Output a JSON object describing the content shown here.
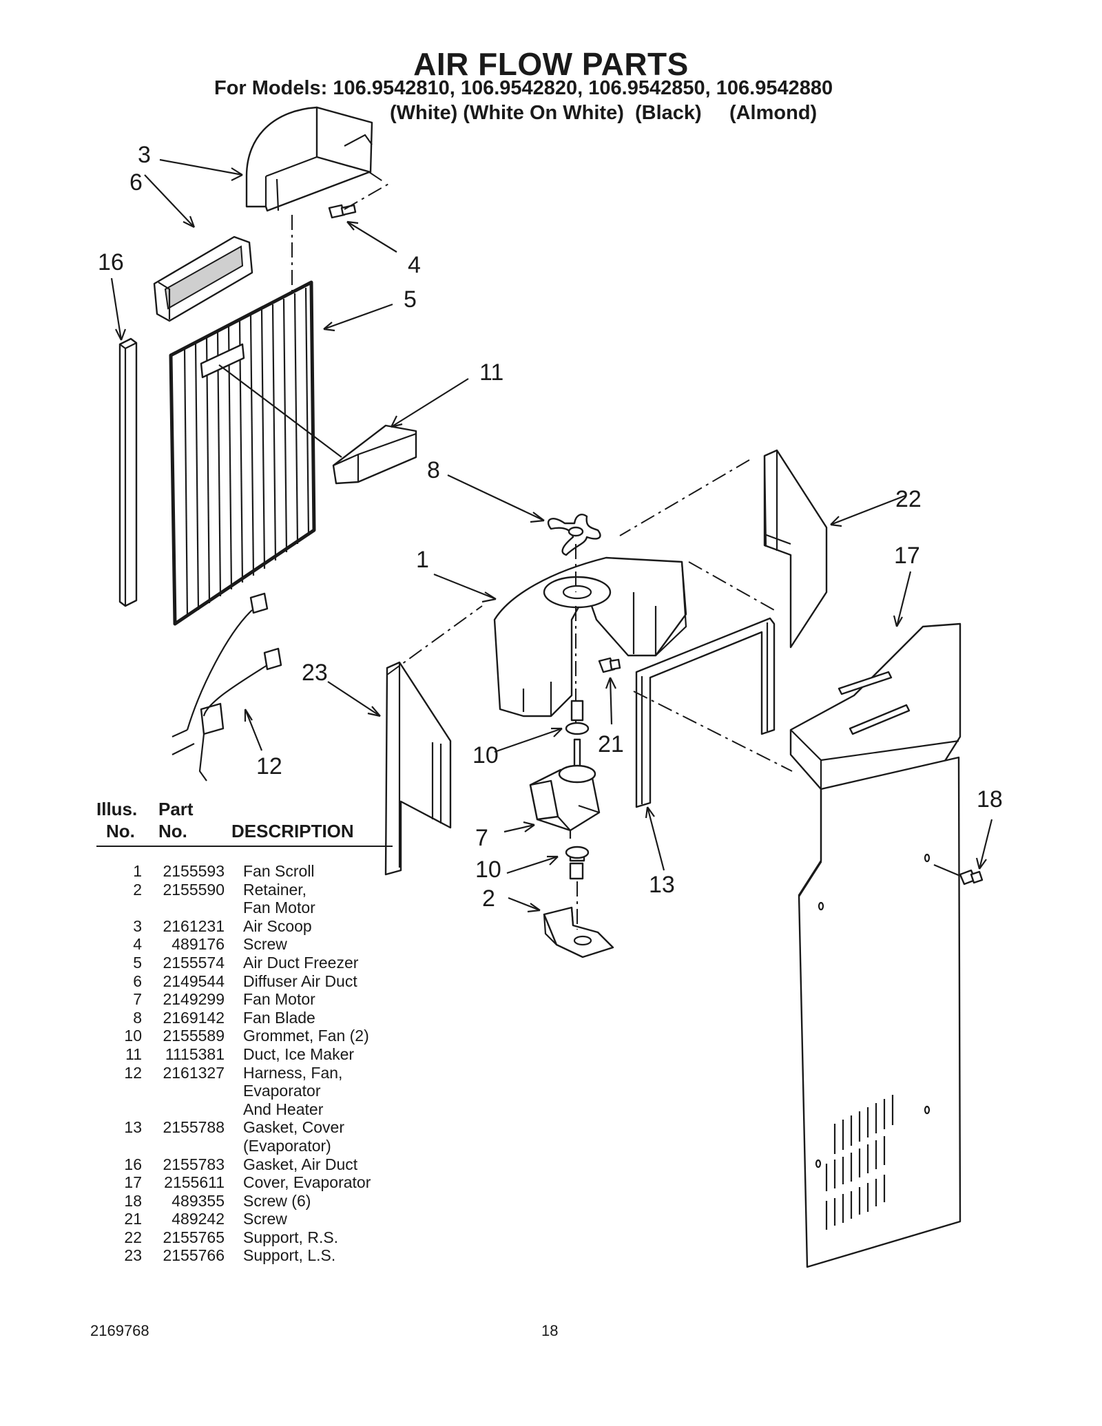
{
  "header": {
    "title": "AIR FLOW PARTS",
    "subtitle": "For Models: 106.9542810, 106.9542820, 106.9542850, 106.9542880",
    "variants": "(White) (White On White)  (Black)     (Almond)"
  },
  "callouts": {
    "c1": "1",
    "c2": "2",
    "c3": "3",
    "c4": "4",
    "c5": "5",
    "c6": "6",
    "c7": "7",
    "c8": "8",
    "c10a": "10",
    "c10b": "10",
    "c11": "11",
    "c12": "12",
    "c13": "13",
    "c16": "16",
    "c17": "17",
    "c18": "18",
    "c21": "21",
    "c22": "22",
    "c23": "23"
  },
  "parts_table": {
    "header_illus_line1": "Illus.",
    "header_illus_line2": "No.",
    "header_part_line1": "Part",
    "header_part_line2": "No.",
    "header_desc": "DESCRIPTION",
    "rows": [
      {
        "no": "1",
        "part": "2155593",
        "desc": "Fan Scroll"
      },
      {
        "no": "2",
        "part": "2155590",
        "desc": "Retainer,"
      },
      {
        "no": "",
        "part": "",
        "desc": "Fan Motor"
      },
      {
        "no": "3",
        "part": "2161231",
        "desc": "Air Scoop"
      },
      {
        "no": "4",
        "part": "489176",
        "desc": "Screw"
      },
      {
        "no": "5",
        "part": "2155574",
        "desc": "Air Duct Freezer"
      },
      {
        "no": "6",
        "part": "2149544",
        "desc": "Diffuser Air Duct"
      },
      {
        "no": "7",
        "part": "2149299",
        "desc": "Fan Motor"
      },
      {
        "no": "8",
        "part": "2169142",
        "desc": "Fan Blade"
      },
      {
        "no": "10",
        "part": "2155589",
        "desc": "Grommet, Fan (2)"
      },
      {
        "no": "11",
        "part": "1115381",
        "desc": "Duct, Ice Maker"
      },
      {
        "no": "12",
        "part": "2161327",
        "desc": "Harness, Fan,"
      },
      {
        "no": "",
        "part": "",
        "desc": "Evaporator"
      },
      {
        "no": "",
        "part": "",
        "desc": "And Heater"
      },
      {
        "no": "13",
        "part": "2155788",
        "desc": "Gasket, Cover"
      },
      {
        "no": "",
        "part": "",
        "desc": "(Evaporator)"
      },
      {
        "no": "16",
        "part": "2155783",
        "desc": "Gasket, Air Duct"
      },
      {
        "no": "17",
        "part": "2155611",
        "desc": "Cover, Evaporator"
      },
      {
        "no": "18",
        "part": "489355",
        "desc": "Screw (6)"
      },
      {
        "no": "21",
        "part": "489242",
        "desc": "Screw"
      },
      {
        "no": "22",
        "part": "2155765",
        "desc": "Support, R.S."
      },
      {
        "no": "23",
        "part": "2155766",
        "desc": "Support, L.S."
      }
    ]
  },
  "footer": {
    "doc_number": "2169768",
    "page_number": "18"
  }
}
